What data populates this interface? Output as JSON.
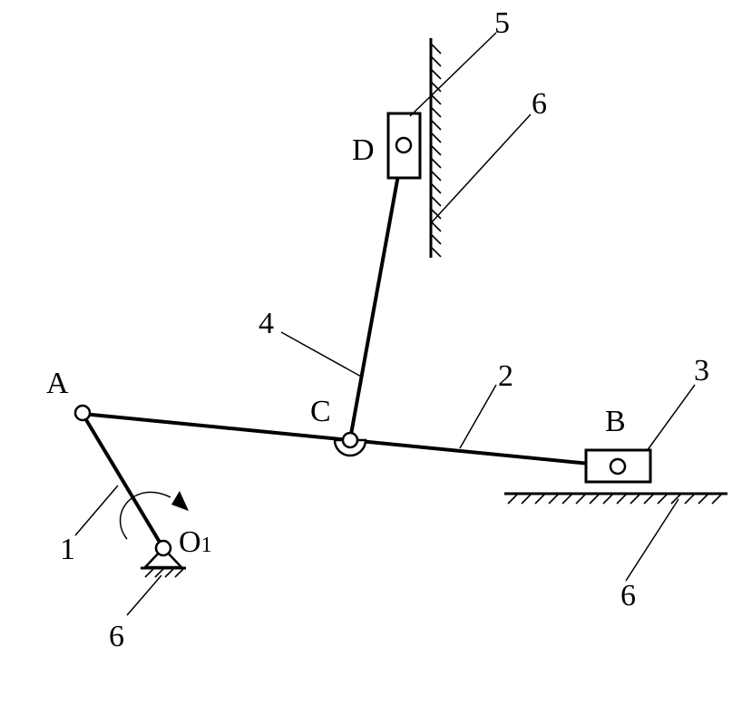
{
  "labels": {
    "A": "A",
    "B": "B",
    "C": "C",
    "D": "D",
    "O": "O",
    "O_sub": "1"
  },
  "part_numbers": {
    "crank": "1",
    "connecting_rod_AB": "2",
    "slider_B": "3",
    "rod_CD": "4",
    "slider_D": "5",
    "frame_wall": "6",
    "frame_floor": "6",
    "frame_pivot": "6"
  },
  "icons": {
    "rotation": "rotation-arrow-icon",
    "pivot": "fixed-pivot-icon"
  }
}
